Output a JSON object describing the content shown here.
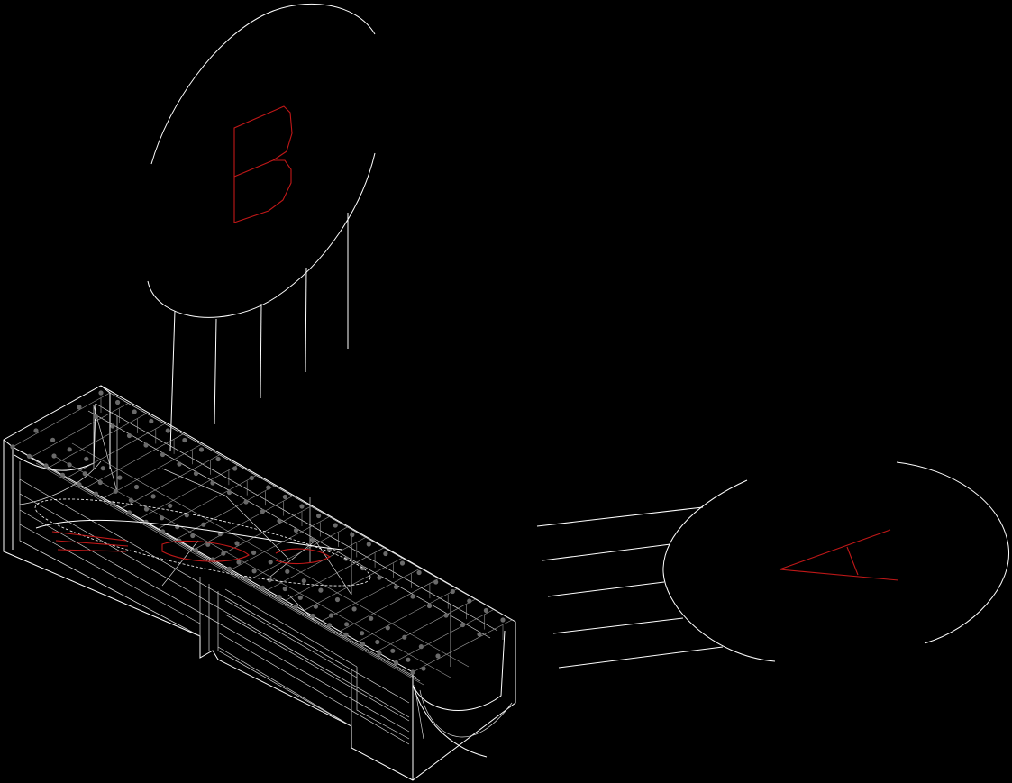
{
  "drawing": {
    "background_color": "#000000",
    "line_color": "#ffffff",
    "annotation_color": "#c01818",
    "callouts": [
      {
        "id": "B",
        "letter": "B"
      },
      {
        "id": "A",
        "letter": "A"
      }
    ]
  }
}
